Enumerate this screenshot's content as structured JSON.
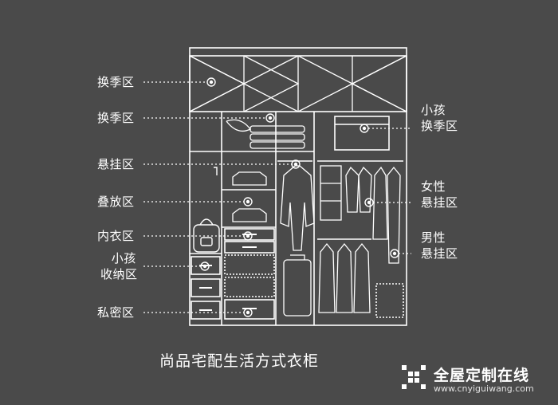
{
  "labels_left": [
    {
      "id": "seasonal-top",
      "lines": [
        "换季区"
      ]
    },
    {
      "id": "seasonal-middle",
      "lines": [
        "换季区"
      ]
    },
    {
      "id": "hanging",
      "lines": [
        "悬挂区"
      ]
    },
    {
      "id": "folding",
      "lines": [
        "叠放区"
      ]
    },
    {
      "id": "underwear",
      "lines": [
        "内衣区"
      ]
    },
    {
      "id": "kids-storage",
      "lines": [
        "小孩",
        "收纳区"
      ]
    },
    {
      "id": "private",
      "lines": [
        "私密区"
      ]
    }
  ],
  "labels_right": [
    {
      "id": "kids-seasonal",
      "lines": [
        "小孩",
        "换季区"
      ]
    },
    {
      "id": "women-hanging",
      "lines": [
        "女性",
        "悬挂区"
      ]
    },
    {
      "id": "men-hanging",
      "lines": [
        "男性",
        "悬挂区"
      ]
    }
  ],
  "title": "尚品宅配生活方式衣柜",
  "brand": {
    "name": "全屋定制在线",
    "url": "www.cnyiguiwang.com"
  },
  "colors": {
    "background": "#4a4a4a",
    "line": "#ffffff",
    "text": "#ffffff"
  }
}
